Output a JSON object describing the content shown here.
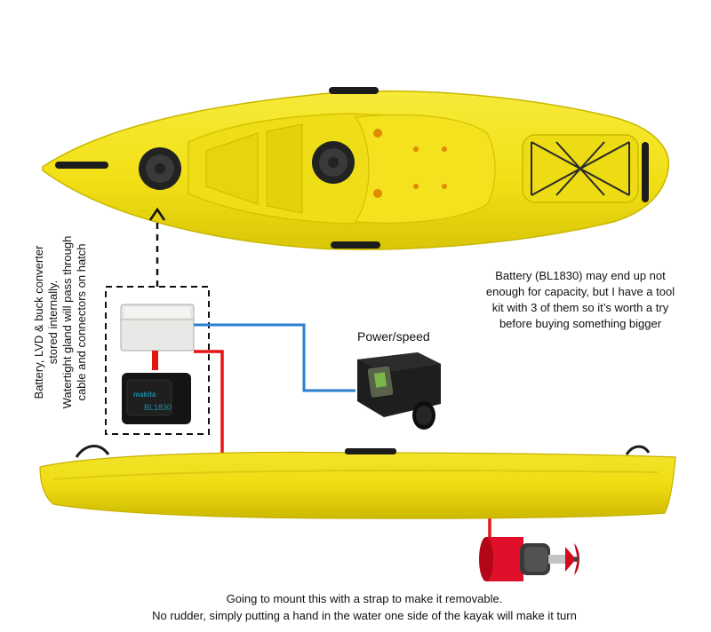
{
  "labels": {
    "vertical_note": [
      "Battery, LVD & buck converter",
      "stored internally.",
      "Watertight gland will pass through",
      "cable and connectors on hatch"
    ],
    "battery_note": [
      "Battery (BL1830) may end up not",
      "enough for capacity, but I have a tool",
      "kit with 3 of them so it’s worth a try",
      "before buying something bigger"
    ],
    "power_label": "Power/speed",
    "mount_note": [
      "Going to mount this with a strap to make it removable.",
      "No rudder, simply putting a hand in the water one side of the kayak will make it turn"
    ],
    "battery_brand": "makita",
    "battery_model": "BL1830"
  },
  "colors": {
    "hull": "#f2e016",
    "hull_dark": "#d2c000",
    "wire_red": "#e51515",
    "wire_blue": "#2a7fd0",
    "motor_red": "#e0102a"
  }
}
